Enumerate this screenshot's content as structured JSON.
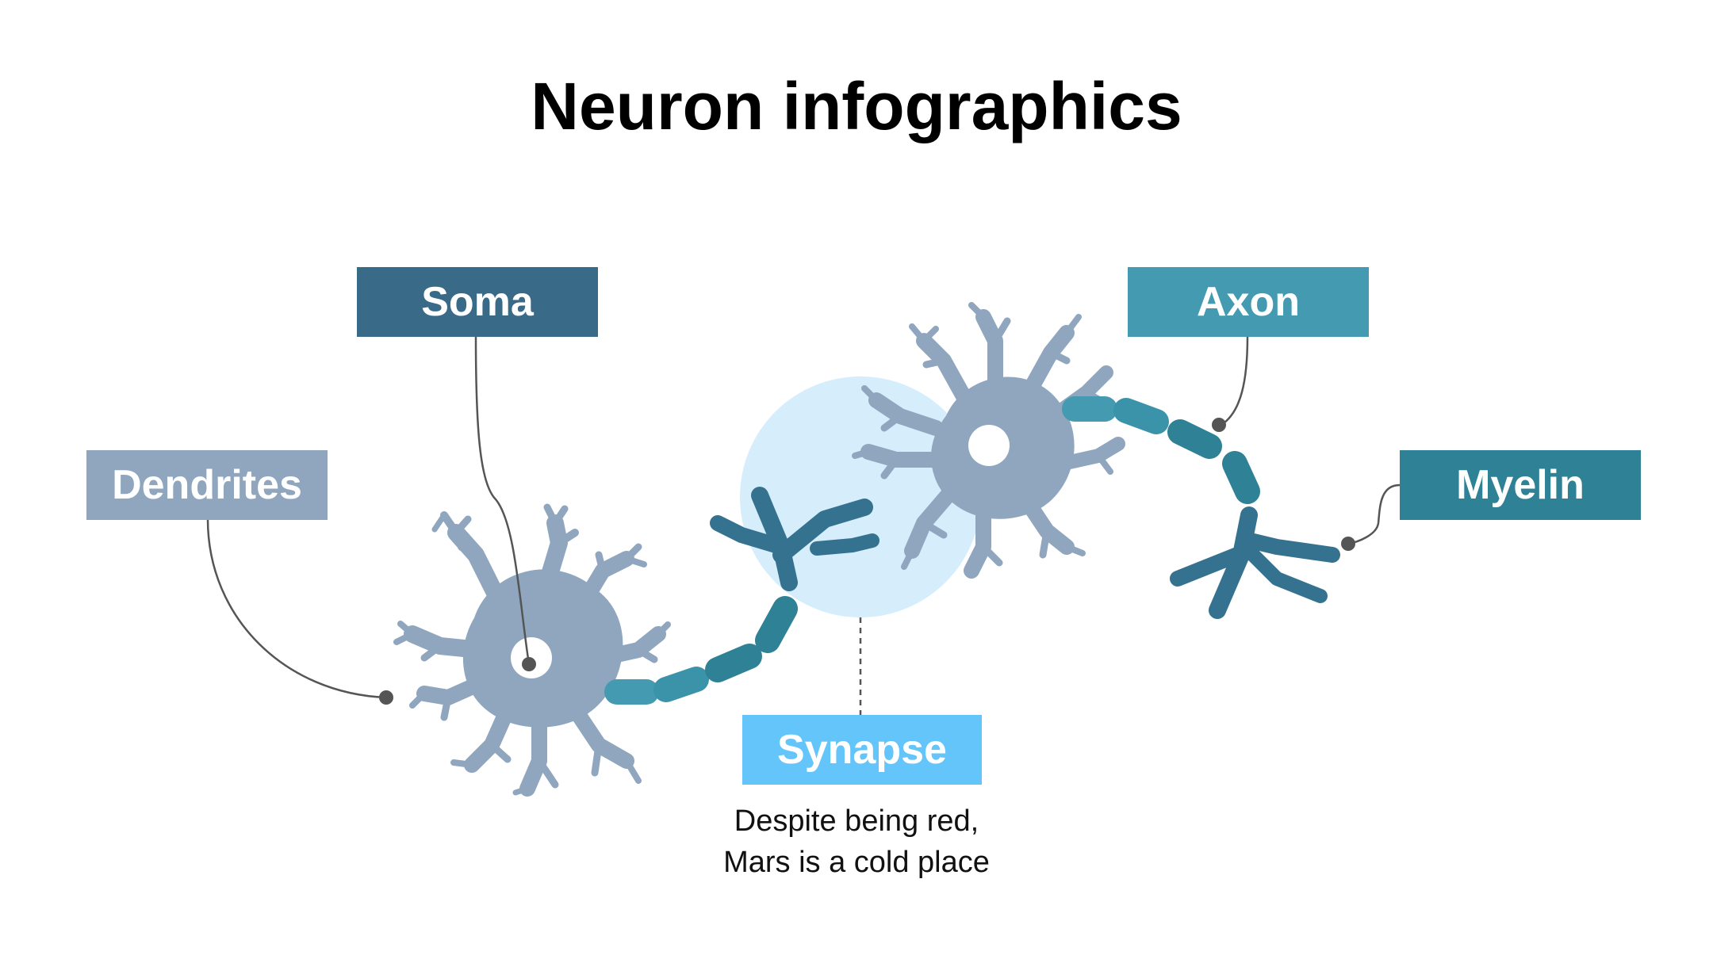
{
  "title": "Neuron infographics",
  "labels": {
    "soma": "Soma",
    "axon": "Axon",
    "dendrites": "Dendrites",
    "myelin": "Myelin",
    "synapse": "Synapse"
  },
  "synapse_description": {
    "line1": "Despite being red,",
    "line2": "Mars is a cold place"
  },
  "colors": {
    "soma": "#396a88",
    "axon": "#449bb1",
    "dendrites": "#8fa6be",
    "myelin": "#2f8295",
    "synapse": "#63c5f9",
    "neuron_body": "#8fa6be",
    "myelin_segment": "#3a93a8",
    "terminal": "#35728f",
    "synapse_glow": "#cfeafb",
    "connector": "#555555"
  }
}
